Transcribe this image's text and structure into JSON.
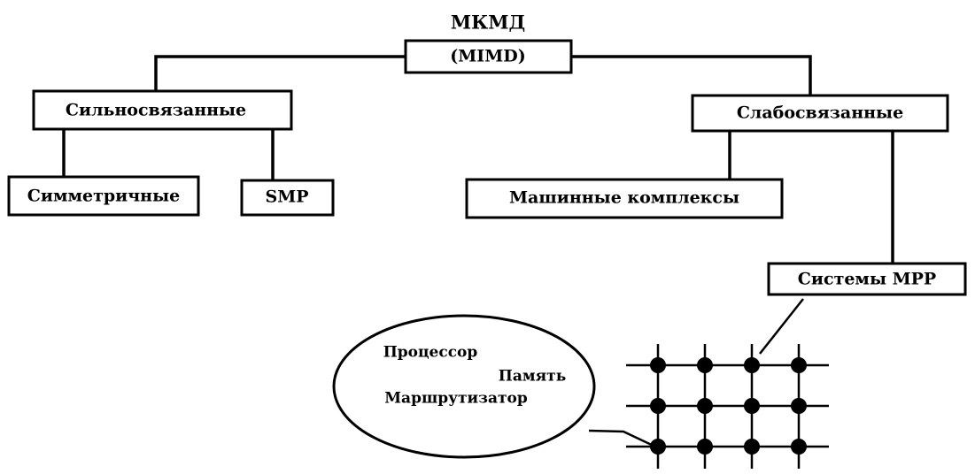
{
  "diagram": {
    "root": {
      "title": "МКМД",
      "label": "(MIMD)"
    },
    "tightly_coupled": {
      "label": "Сильносвязанные",
      "children": [
        "Симметричные",
        "SMP"
      ]
    },
    "loosely_coupled": {
      "label": "Слабосвязанные",
      "children": [
        "Машинные комплексы",
        "Системы MPP"
      ]
    },
    "node_detail": {
      "processor": "Процессор",
      "memory": "Память",
      "router": "Маршрутизатор"
    },
    "mesh": {
      "rows": 3,
      "cols": 4
    }
  }
}
